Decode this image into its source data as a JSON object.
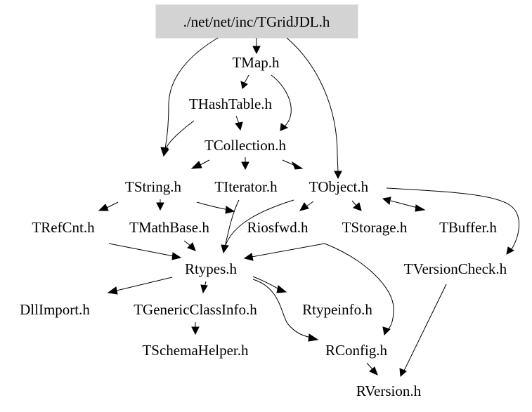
{
  "graph": {
    "root": "./net/net/inc/TGridJDL.h",
    "nodes": {
      "tmap": "TMap.h",
      "thashtable": "THashTable.h",
      "tcollection": "TCollection.h",
      "tstring": "TString.h",
      "titerator": "TIterator.h",
      "tobject": "TObject.h",
      "trefcnt": "TRefCnt.h",
      "tmathbase": "TMathBase.h",
      "riosfwd": "Riosfwd.h",
      "tstorage": "TStorage.h",
      "tbuffer": "TBuffer.h",
      "rtypes": "Rtypes.h",
      "tversioncheck": "TVersionCheck.h",
      "dllimport": "DllImport.h",
      "tgenericclassinfo": "TGenericClassInfo.h",
      "rtypeinfo": "Rtypeinfo.h",
      "tschemahelper": "TSchemaHelper.h",
      "rconfig": "RConfig.h",
      "rversion": "RVersion.h"
    },
    "root_fill": "#d3d3d3",
    "edge_color": "#000000"
  }
}
